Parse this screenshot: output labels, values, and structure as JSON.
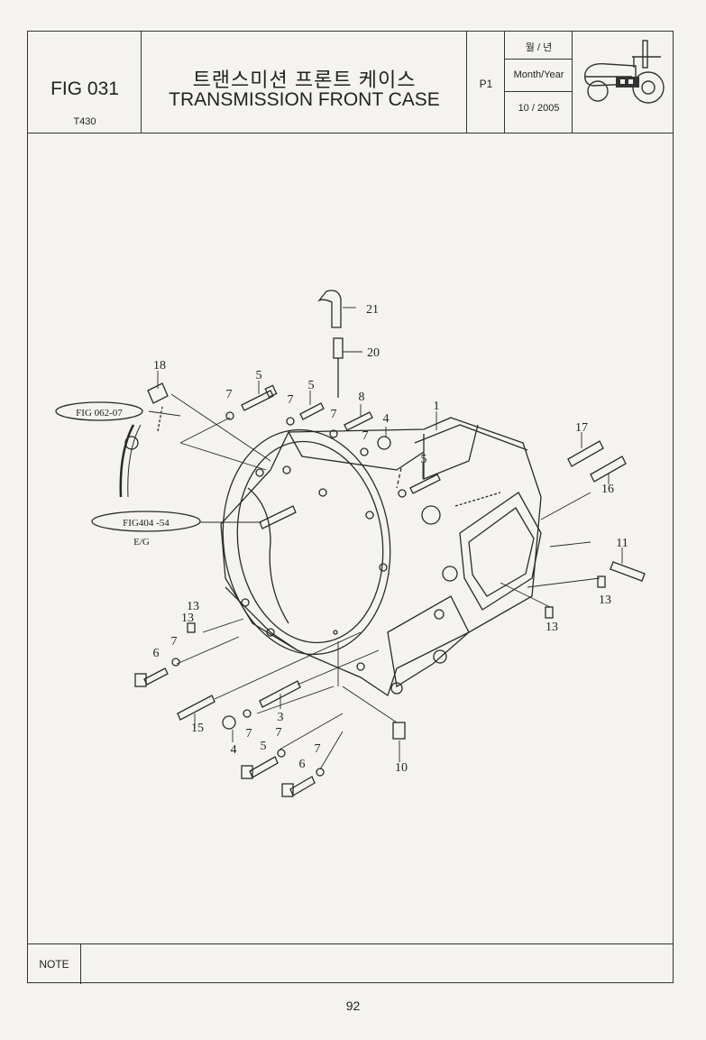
{
  "header": {
    "fig_no": "FIG 031",
    "model": "T430",
    "title_korean": "트랜스미션 프론트 케이스",
    "title_english": "TRANSMISSION FRONT CASE",
    "page": "P1",
    "month_year_korean": "월 / 년",
    "month_year_label": "Month/Year",
    "date": "10 / 2005"
  },
  "diagram": {
    "refs": [
      {
        "id": "fig062",
        "text": "FIG 062-07"
      },
      {
        "id": "fig404",
        "text": "FIG404 -54"
      },
      {
        "id": "eg",
        "text": "E/G"
      }
    ],
    "callouts": [
      "21",
      "20",
      "18",
      "5",
      "5",
      "7",
      "7",
      "7",
      "8",
      "4",
      "1",
      "17",
      "16",
      "11",
      "13",
      "13",
      "13",
      "13",
      "7",
      "6",
      "15",
      "3",
      "7",
      "4",
      "5",
      "7",
      "6",
      "7",
      "10",
      "5",
      "7"
    ]
  },
  "note": {
    "label": "NOTE"
  },
  "footer": {
    "page_number": "92"
  }
}
